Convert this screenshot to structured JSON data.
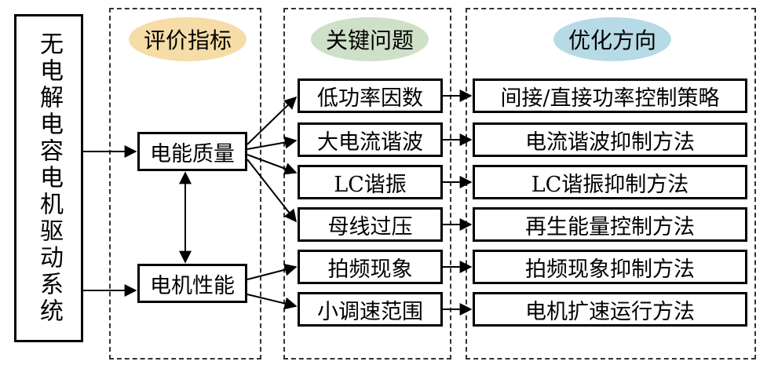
{
  "system": {
    "label": "无电解电容电机驱动系统"
  },
  "headers": {
    "indicators": "评价指标",
    "problems": "关键问题",
    "directions": "优化方向"
  },
  "colors": {
    "indicators_header": "#f6dca6",
    "problems_header": "#cfe0c8",
    "directions_header": "#b7dbe6"
  },
  "indicators": [
    "电能质量",
    "电机性能"
  ],
  "problems": [
    "低功率因数",
    "大电流谐波",
    "LC谐振",
    "母线过压",
    "拍频现象",
    "小调速范围"
  ],
  "directions": [
    "间接/直接功率控制策略",
    "电流谐波抑制方法",
    "LC谐振抑制方法",
    "再生能量控制方法",
    "拍频现象抑制方法",
    "电机扩速运行方法"
  ]
}
